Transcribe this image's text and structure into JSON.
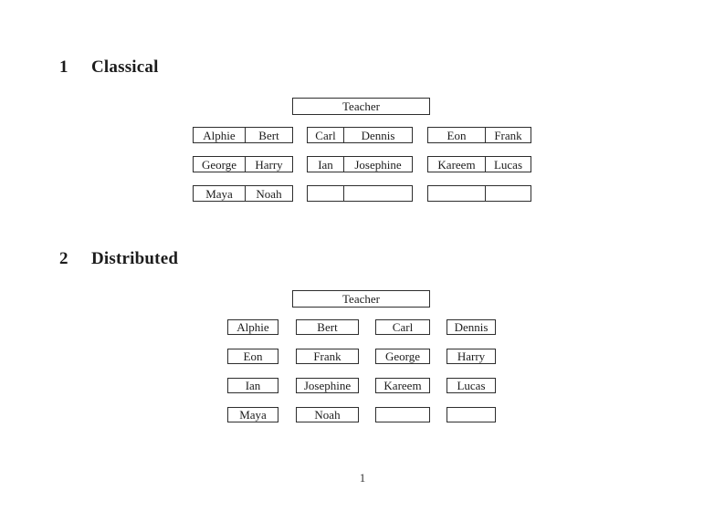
{
  "page": {
    "number": "1"
  },
  "sections": [
    {
      "number": "1",
      "title": "Classical"
    },
    {
      "number": "2",
      "title": "Distributed"
    }
  ],
  "classical": {
    "teacher_label": "Teacher",
    "pairs": [
      [
        "Alphie",
        "Bert"
      ],
      [
        "Carl",
        "Dennis"
      ],
      [
        "Eon",
        "Frank"
      ],
      [
        "George",
        "Harry"
      ],
      [
        "Ian",
        "Josephine"
      ],
      [
        "Kareem",
        "Lucas"
      ],
      [
        "Maya",
        "Noah"
      ],
      [
        "",
        ""
      ],
      [
        "",
        ""
      ]
    ]
  },
  "distributed": {
    "teacher_label": "Teacher",
    "cells": [
      "Alphie",
      "Bert",
      "Carl",
      "Dennis",
      "Eon",
      "Frank",
      "George",
      "Harry",
      "Ian",
      "Josephine",
      "Kareem",
      "Lucas",
      "Maya",
      "Noah",
      "",
      ""
    ]
  },
  "colors": {
    "background": "#ffffff",
    "border": "#2e2e2e",
    "text": "#1c1c1c"
  }
}
